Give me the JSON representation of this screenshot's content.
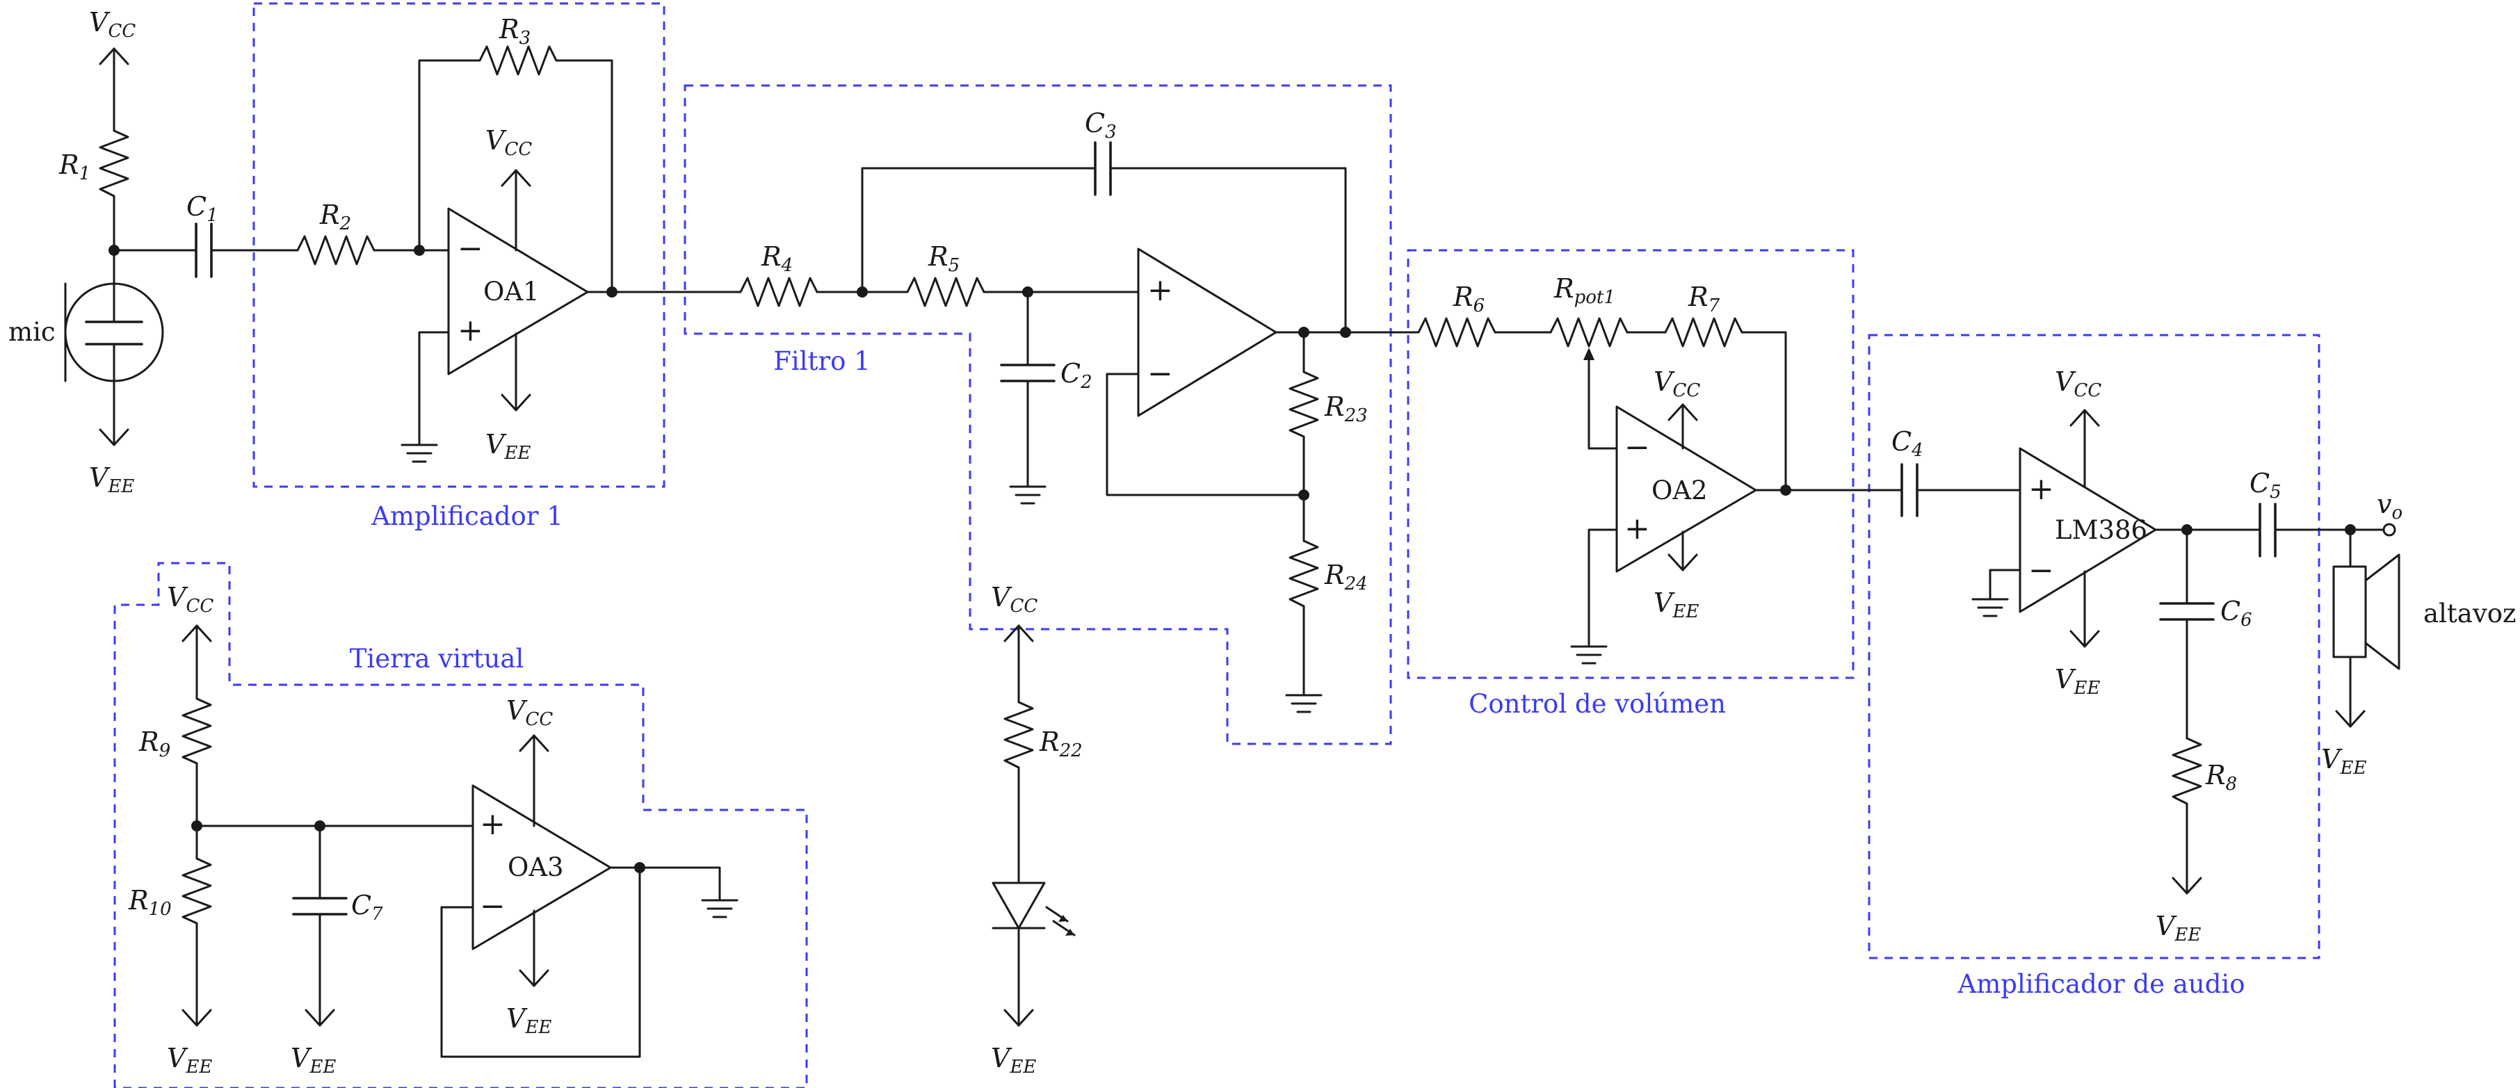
{
  "blocks": {
    "amp1": "Amplificador 1",
    "filter1": "Filtro 1",
    "volume": "Control de volúmen",
    "audio_amp": "Amplificador de audio",
    "virtual_ground": "Tierra virtual"
  },
  "opamps": {
    "oa1": "OA1",
    "oa2": "OA2",
    "oa3": "OA3",
    "lm386": "LM386",
    "plus": "+",
    "minus": "−"
  },
  "rails": {
    "vcc_main": "V",
    "vcc_sub": "CC",
    "vee_main": "V",
    "vee_sub": "EE"
  },
  "components": {
    "R1": {
      "main": "R",
      "sub": "1"
    },
    "R2": {
      "main": "R",
      "sub": "2"
    },
    "R3": {
      "main": "R",
      "sub": "3"
    },
    "R4": {
      "main": "R",
      "sub": "4"
    },
    "R5": {
      "main": "R",
      "sub": "5"
    },
    "R6": {
      "main": "R",
      "sub": "6"
    },
    "R7": {
      "main": "R",
      "sub": "7"
    },
    "R8": {
      "main": "R",
      "sub": "8"
    },
    "R9": {
      "main": "R",
      "sub": "9"
    },
    "R10": {
      "main": "R",
      "sub": "10"
    },
    "R22": {
      "main": "R",
      "sub": "22"
    },
    "R23": {
      "main": "R",
      "sub": "23"
    },
    "R24": {
      "main": "R",
      "sub": "24"
    },
    "Rpot1": {
      "main": "R",
      "sub": "pot1"
    },
    "C1": {
      "main": "C",
      "sub": "1"
    },
    "C2": {
      "main": "C",
      "sub": "2"
    },
    "C3": {
      "main": "C",
      "sub": "3"
    },
    "C4": {
      "main": "C",
      "sub": "4"
    },
    "C5": {
      "main": "C",
      "sub": "5"
    },
    "C6": {
      "main": "C",
      "sub": "6"
    },
    "C7": {
      "main": "C",
      "sub": "7"
    }
  },
  "mic_label": "mic",
  "speaker_label": "altavoz",
  "output": {
    "main": "v",
    "sub": "o"
  },
  "colors": {
    "wire": "#1a1a1a",
    "block_border": "#3b3bf5"
  }
}
